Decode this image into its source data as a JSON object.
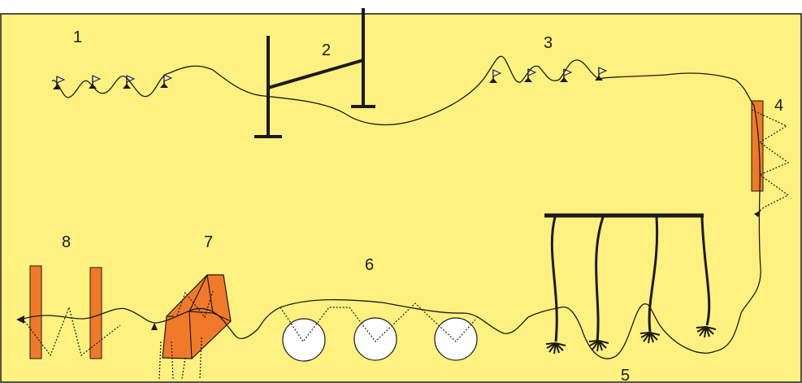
{
  "colors": {
    "background": "#FFF17F",
    "stroke": "#1a1a1a",
    "obstacle": "#F07A2A",
    "circle": "#ffffff"
  },
  "stations": [
    {
      "id": "1",
      "label": "1",
      "icon": "flag-icon"
    },
    {
      "id": "2",
      "label": "2",
      "icon": "hurdle-icon"
    },
    {
      "id": "3",
      "label": "3",
      "icon": "flag-icon"
    },
    {
      "id": "4",
      "label": "4",
      "icon": "post-icon"
    },
    {
      "id": "5",
      "label": "5",
      "icon": "rope-icon"
    },
    {
      "id": "6",
      "label": "6",
      "icon": "circle-icon"
    },
    {
      "id": "7",
      "label": "7",
      "icon": "box-icon"
    },
    {
      "id": "8",
      "label": "8",
      "icon": "post-icon"
    }
  ]
}
